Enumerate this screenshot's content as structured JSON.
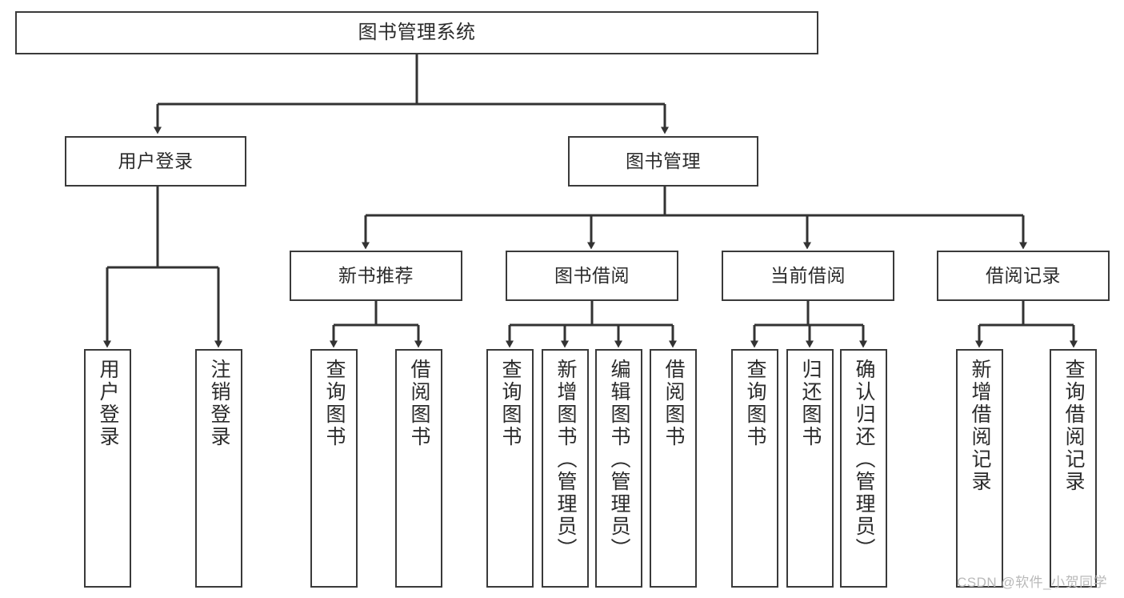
{
  "diagram": {
    "title": "图书管理系统",
    "orientation": "top-down-tree",
    "nodes": {
      "root": {
        "label": "图书管理系统"
      },
      "level2": [
        {
          "id": "user-login",
          "label": "用户登录"
        },
        {
          "id": "book-manage",
          "label": "图书管理"
        }
      ],
      "level3": [
        {
          "id": "new-book-recommend",
          "label": "新书推荐"
        },
        {
          "id": "book-borrow",
          "label": "图书借阅"
        },
        {
          "id": "current-borrow",
          "label": "当前借阅"
        },
        {
          "id": "borrow-record",
          "label": "借阅记录"
        }
      ],
      "leaves": {
        "user-login": [
          {
            "id": "leaf-user-login",
            "label": "用户登录"
          },
          {
            "id": "leaf-logout",
            "label": "注销登录"
          }
        ],
        "new-book-recommend": [
          {
            "id": "leaf-query-book-1",
            "label": "查询图书"
          },
          {
            "id": "leaf-borrow-book-1",
            "label": "借阅图书"
          }
        ],
        "book-borrow": [
          {
            "id": "leaf-query-book-2",
            "label": "查询图书"
          },
          {
            "id": "leaf-add-book",
            "label": "新增图书（管理员）"
          },
          {
            "id": "leaf-edit-book",
            "label": "编辑图书（管理员）"
          },
          {
            "id": "leaf-borrow-book-2",
            "label": "借阅图书"
          }
        ],
        "current-borrow": [
          {
            "id": "leaf-query-book-3",
            "label": "查询图书"
          },
          {
            "id": "leaf-return-book",
            "label": "归还图书"
          },
          {
            "id": "leaf-confirm-return",
            "label": "确认归还（管理员）"
          }
        ],
        "borrow-record": [
          {
            "id": "leaf-add-record",
            "label": "新增借阅记录"
          },
          {
            "id": "leaf-query-record",
            "label": "查询借阅记录"
          }
        ]
      }
    },
    "colors": {
      "box_border": "#3a3a3a",
      "box_fill": "#ffffff",
      "text": "#2b2b2b",
      "edge": "#333333",
      "watermark": "#b9b9b9",
      "background": "#ffffff"
    }
  },
  "watermark": {
    "text": "CSDN @软件_小贺同学"
  }
}
